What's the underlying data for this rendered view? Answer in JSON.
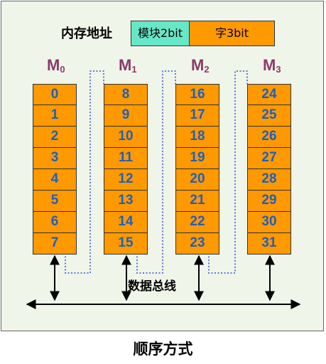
{
  "colors": {
    "background": "#f0f5ea",
    "cell_fill": "#ff9900",
    "cell_text": "#1f5fbf",
    "module_title": "#8b3a6b",
    "addr_module_fill": "#66e8c8",
    "addr_word_fill": "#ff9900",
    "dotted_line": "#2f4fd6"
  },
  "address": {
    "label": "内存地址",
    "module_field": "模块2bit",
    "word_field": "字3bit"
  },
  "modules": [
    {
      "base": "M",
      "sub": "0",
      "cells": [
        "0",
        "1",
        "2",
        "3",
        "4",
        "5",
        "6",
        "7"
      ]
    },
    {
      "base": "M",
      "sub": "1",
      "cells": [
        "8",
        "9",
        "10",
        "11",
        "12",
        "13",
        "14",
        "15"
      ]
    },
    {
      "base": "M",
      "sub": "2",
      "cells": [
        "16",
        "17",
        "18",
        "19",
        "20",
        "21",
        "22",
        "23"
      ]
    },
    {
      "base": "M",
      "sub": "3",
      "cells": [
        "24",
        "25",
        "26",
        "27",
        "28",
        "29",
        "30",
        "31"
      ]
    }
  ],
  "bus_label": "数据总线",
  "caption": "顺序方式"
}
